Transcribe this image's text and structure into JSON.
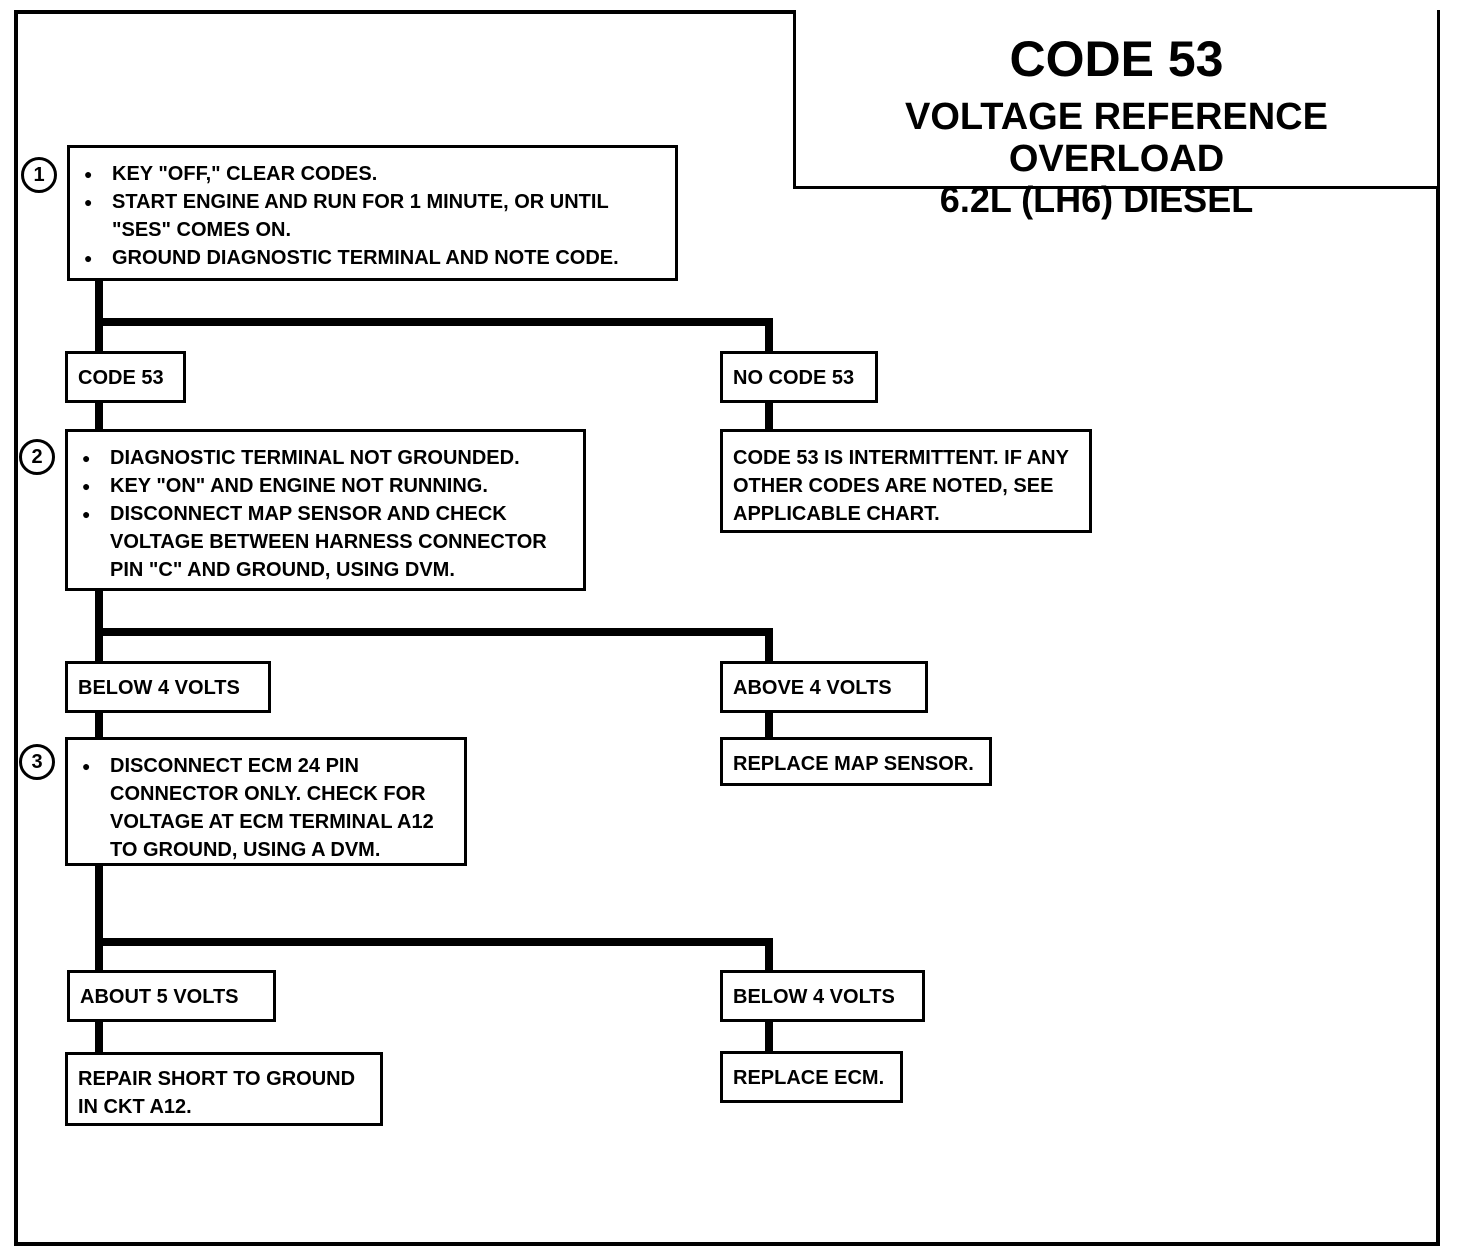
{
  "title": {
    "code": "CODE 53",
    "subtitle": "VOLTAGE REFERENCE OVERLOAD",
    "engine": "6.2L  (LH6)  DIESEL"
  },
  "steps": [
    {
      "number": "1",
      "bullets": [
        "KEY \"OFF,\" CLEAR CODES.",
        "START ENGINE AND RUN FOR 1 MINUTE, OR UNTIL \"SES\" COMES ON.",
        "GROUND DIAGNOSTIC TERMINAL AND NOTE CODE."
      ]
    },
    {
      "number": "2",
      "bullets": [
        "DIAGNOSTIC TERMINAL NOT GROUNDED.",
        "KEY \"ON\" AND ENGINE NOT RUNNING.",
        "DISCONNECT MAP SENSOR AND CHECK VOLTAGE BETWEEN HARNESS CONNECTOR PIN \"C\" AND GROUND, USING DVM."
      ]
    },
    {
      "number": "3",
      "bullets": [
        "DISCONNECT ECM 24 PIN CONNECTOR ONLY.  CHECK FOR VOLTAGE AT ECM TERMINAL A12 TO GROUND, USING A DVM."
      ]
    }
  ],
  "branches": {
    "code53": "CODE 53",
    "no_code53": "NO CODE 53",
    "intermittent": "CODE 53 IS INTERMITTENT.  IF ANY OTHER CODES ARE NOTED, SEE APPLICABLE CHART.",
    "below4_a": "BELOW 4  VOLTS",
    "above4": "ABOVE 4  VOLTS",
    "replace_map": "REPLACE MAP SENSOR.",
    "about5": "ABOUT 5  VOLTS",
    "below4_b": "BELOW 4  VOLTS",
    "repair_short": "REPAIR SHORT TO GROUND IN CKT A12.",
    "replace_ecm": "REPLACE ECM."
  }
}
